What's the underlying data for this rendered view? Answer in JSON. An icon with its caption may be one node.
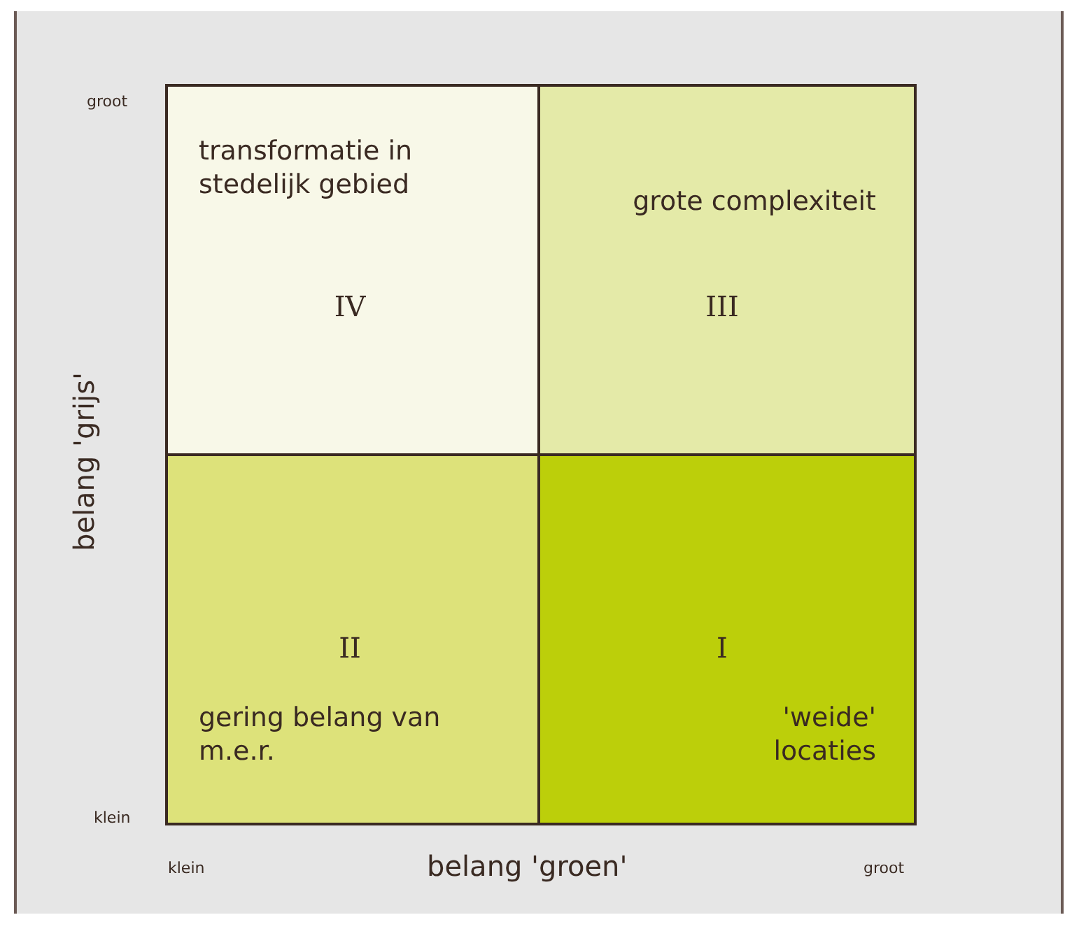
{
  "diagram": {
    "nodes": [
      {
        "text": [
          "transformatie in stedelijk gebied",
          "IV"
        ]
      },
      {
        "text": [
          "grote complexiteit",
          "III"
        ]
      },
      {
        "text": [
          "II",
          "gering belang van m.e.r."
        ]
      },
      {
        "text": [
          "I",
          "'weide' locaties"
        ]
      }
    ],
    "labels": [
      "groot",
      "belang 'grijs'",
      "klein",
      "klein",
      "belang 'groen'",
      "groot"
    ]
  }
}
